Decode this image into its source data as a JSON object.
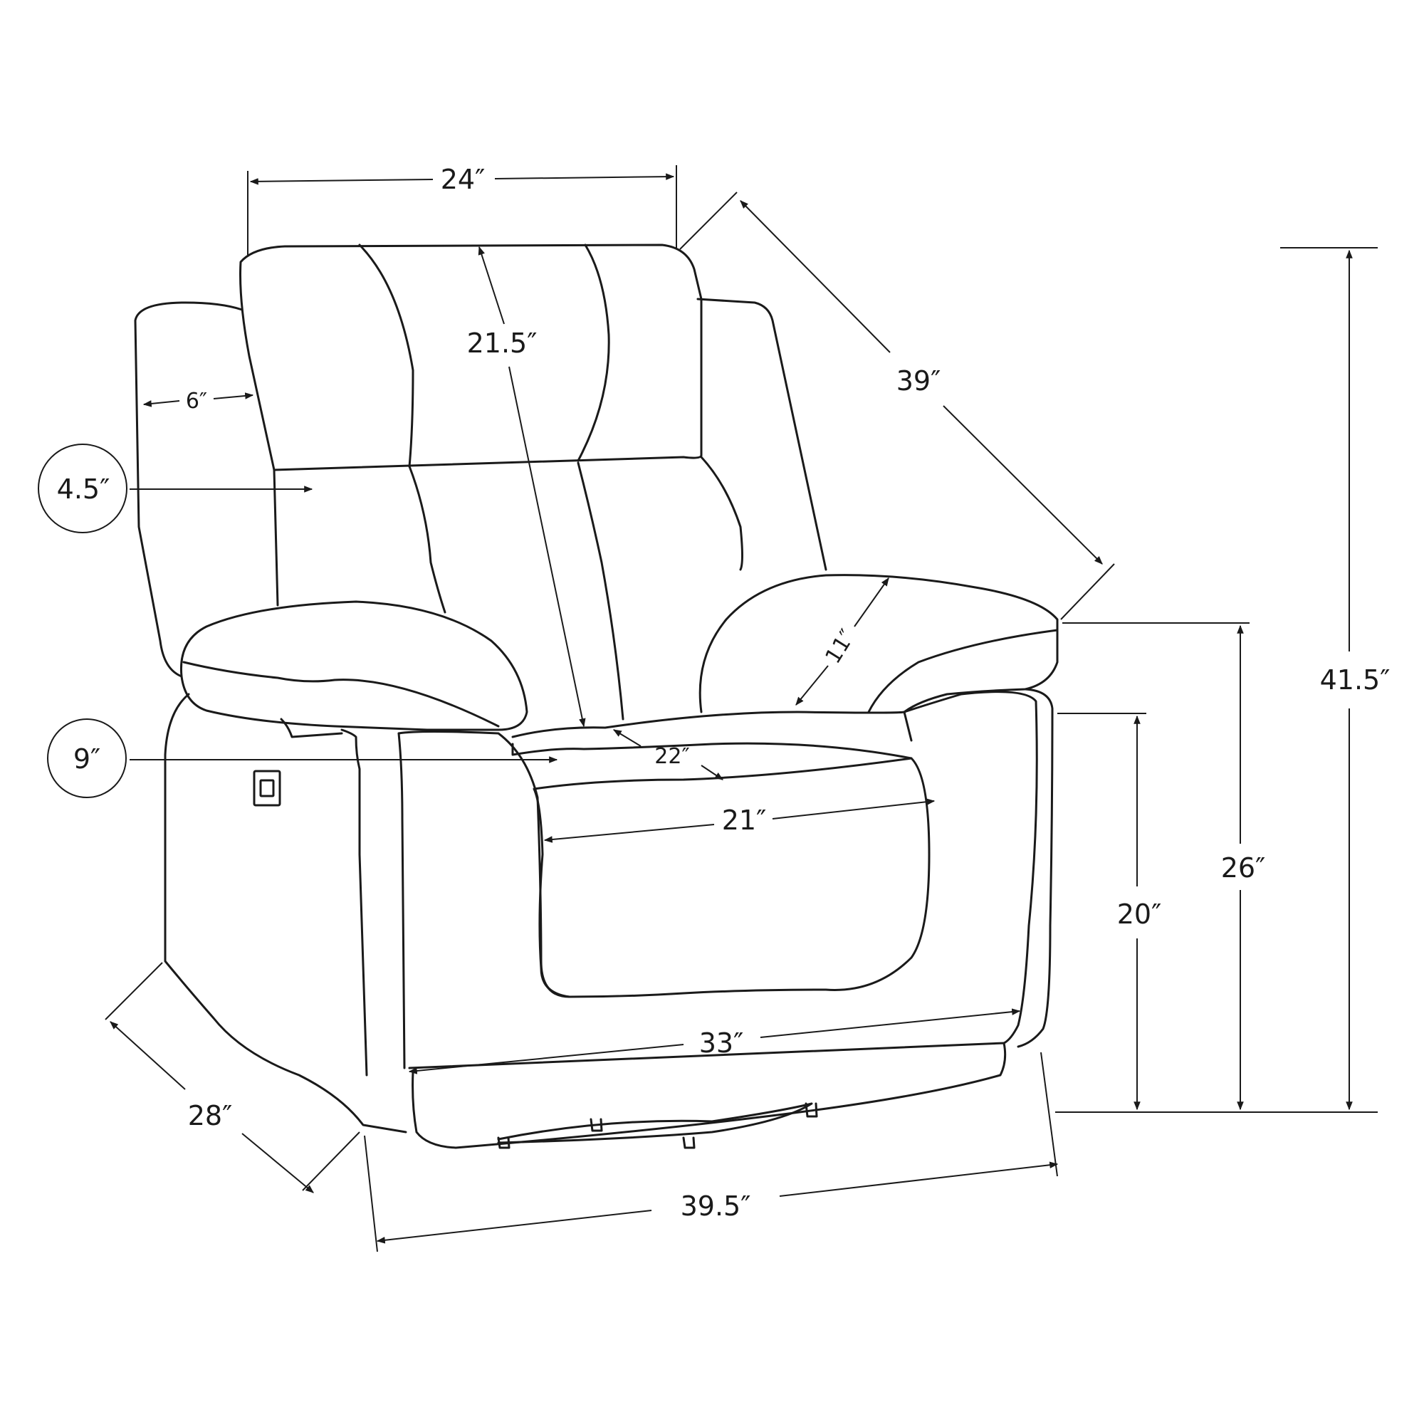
{
  "dimensions": {
    "back_width": "24″",
    "back_height": "21.5″",
    "diagonal_depth": "39″",
    "overall_height": "41.5″",
    "armrest_side_width": "6″",
    "headrest_thickness": "4.5″",
    "armrest_height": "9″",
    "armrest_top": "11″",
    "seat_depth": "22″",
    "seat_width": "21″",
    "arm_height_floor": "26″",
    "seat_height": "20″",
    "front_width": "33″",
    "side_depth": "28″",
    "overall_width": "39.5″"
  },
  "colors": {
    "line": "#1a1a1a",
    "background": "#ffffff"
  }
}
